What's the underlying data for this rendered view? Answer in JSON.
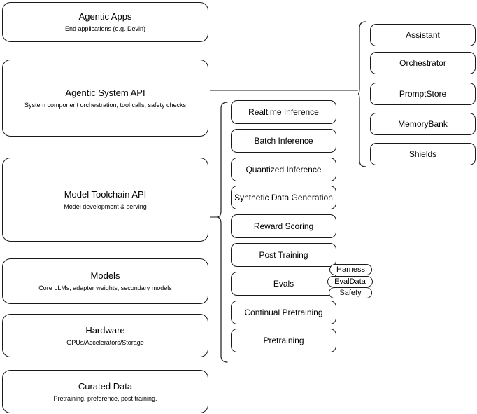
{
  "diagram": {
    "type": "layered-architecture-stack",
    "layers": [
      {
        "title": "Agentic Apps",
        "subtitle": "End applications (e.g. Devin)"
      },
      {
        "title": "Agentic System API",
        "subtitle": "System component orchestration, tool calls, safety checks"
      },
      {
        "title": "Model Toolchain API",
        "subtitle": "Model development & serving"
      },
      {
        "title": "Models",
        "subtitle": "Core LLMs, adapter weights, secondary models"
      },
      {
        "title": "Hardware",
        "subtitle": "GPUs/Accelerators/Storage"
      },
      {
        "title": "Curated Data",
        "subtitle": "Pretraining, preference, post training."
      }
    ],
    "agentic_system_components": [
      {
        "label": "Assistant"
      },
      {
        "label": "Orchestrator"
      },
      {
        "label": "PromptStore"
      },
      {
        "label": "MemoryBank"
      },
      {
        "label": "Shields"
      }
    ],
    "model_toolchain_components": [
      {
        "label": "Realtime Inference"
      },
      {
        "label": "Batch Inference"
      },
      {
        "label": "Quantized Inference"
      },
      {
        "label": "Synthetic Data Generation"
      },
      {
        "label": "Reward Scoring"
      },
      {
        "label": "Post Training"
      },
      {
        "label": "Evals"
      },
      {
        "label": "Continual Pretraining"
      },
      {
        "label": "Pretraining"
      }
    ],
    "evals_subcomponents": [
      {
        "label": "Harness"
      },
      {
        "label": "EvalData"
      },
      {
        "label": "Safety"
      }
    ],
    "colors": {
      "stroke": "#1a1a1a",
      "fill": "#ffffff",
      "text": "#000000",
      "background": "#ffffff"
    }
  }
}
